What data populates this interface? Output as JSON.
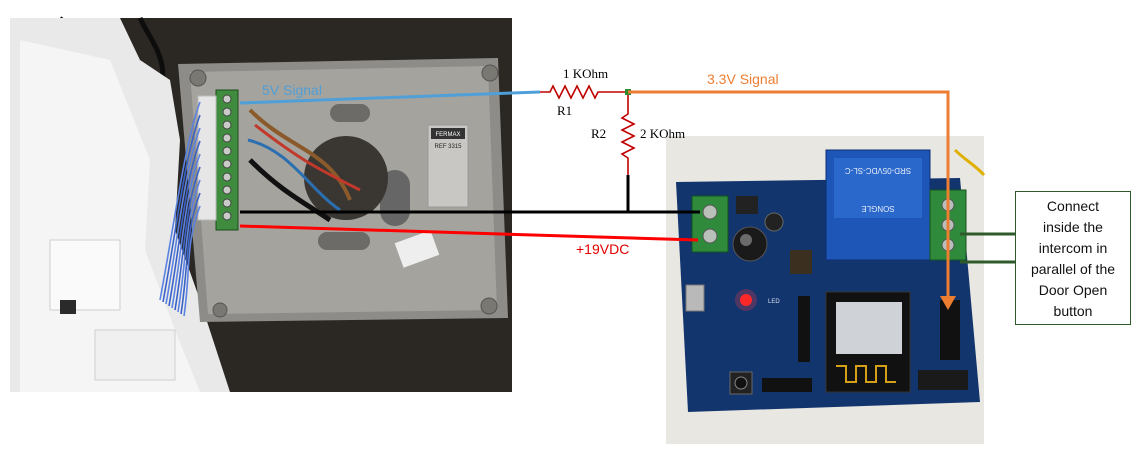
{
  "labels": {
    "five_volt_signal": "5V Signal",
    "three_volt_signal": "3.3V Signal",
    "r1_value": "1 KOhm",
    "r1_name": "R1",
    "r2_name": "R2",
    "r2_value": "2 KOhm",
    "power": "+19VDC"
  },
  "note_lines": [
    "Connect",
    "inside the",
    "intercom in",
    "parallel of the",
    "Door Open",
    "button"
  ],
  "board_markings": {
    "plate_brand": "FERMAX",
    "plate_model": "REF 3315",
    "relay_model": "SRD-05VDC-SL-C",
    "relay_brand": "SONGLE",
    "led_label": "LED"
  },
  "colors": {
    "five_volt_wire": "#4f9fd8",
    "three_volt_wire": "#ed7d31",
    "ground_wire": "#000000",
    "power_wire": "#ff0000",
    "power_label": "#e00000",
    "resistor": "#c00000",
    "relay_leads": "#2f5a2b",
    "note_border": "#2f5a2b",
    "board_blue": "#13356e",
    "terminal_green": "#2f8a3b"
  }
}
